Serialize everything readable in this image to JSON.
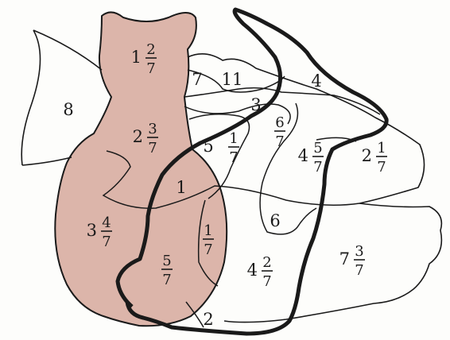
{
  "colors": {
    "cat_fill": "#dcb5aa",
    "outline": "#1a1a1a",
    "background": "#fdfdfb"
  },
  "regions": [
    {
      "id": "r-1-2-7",
      "whole": "1",
      "num": "2",
      "den": "7"
    },
    {
      "id": "r-7",
      "whole": "7"
    },
    {
      "id": "r-11",
      "whole": "11"
    },
    {
      "id": "r-4-top",
      "whole": "4"
    },
    {
      "id": "r-3",
      "whole": "3"
    },
    {
      "id": "r-8",
      "whole": "8"
    },
    {
      "id": "r-2-3-7",
      "whole": "2",
      "num": "3",
      "den": "7"
    },
    {
      "id": "r-5",
      "whole": "5"
    },
    {
      "id": "r-1-7-a",
      "num": "1",
      "den": "7"
    },
    {
      "id": "r-6-7",
      "num": "6",
      "den": "7"
    },
    {
      "id": "r-4-5-7",
      "whole": "4",
      "num": "5",
      "den": "7"
    },
    {
      "id": "r-2-1-7",
      "whole": "2",
      "num": "1",
      "den": "7"
    },
    {
      "id": "r-1-mid",
      "whole": "1"
    },
    {
      "id": "r-6",
      "whole": "6"
    },
    {
      "id": "r-3-4-7",
      "whole": "3",
      "num": "4",
      "den": "7"
    },
    {
      "id": "r-1-7-b",
      "num": "1",
      "den": "7"
    },
    {
      "id": "r-5-7",
      "num": "5",
      "den": "7"
    },
    {
      "id": "r-4-2-7",
      "whole": "4",
      "num": "2",
      "den": "7"
    },
    {
      "id": "r-7-3-7",
      "whole": "7",
      "num": "3",
      "den": "7"
    },
    {
      "id": "r-2-bottom",
      "whole": "2"
    }
  ]
}
